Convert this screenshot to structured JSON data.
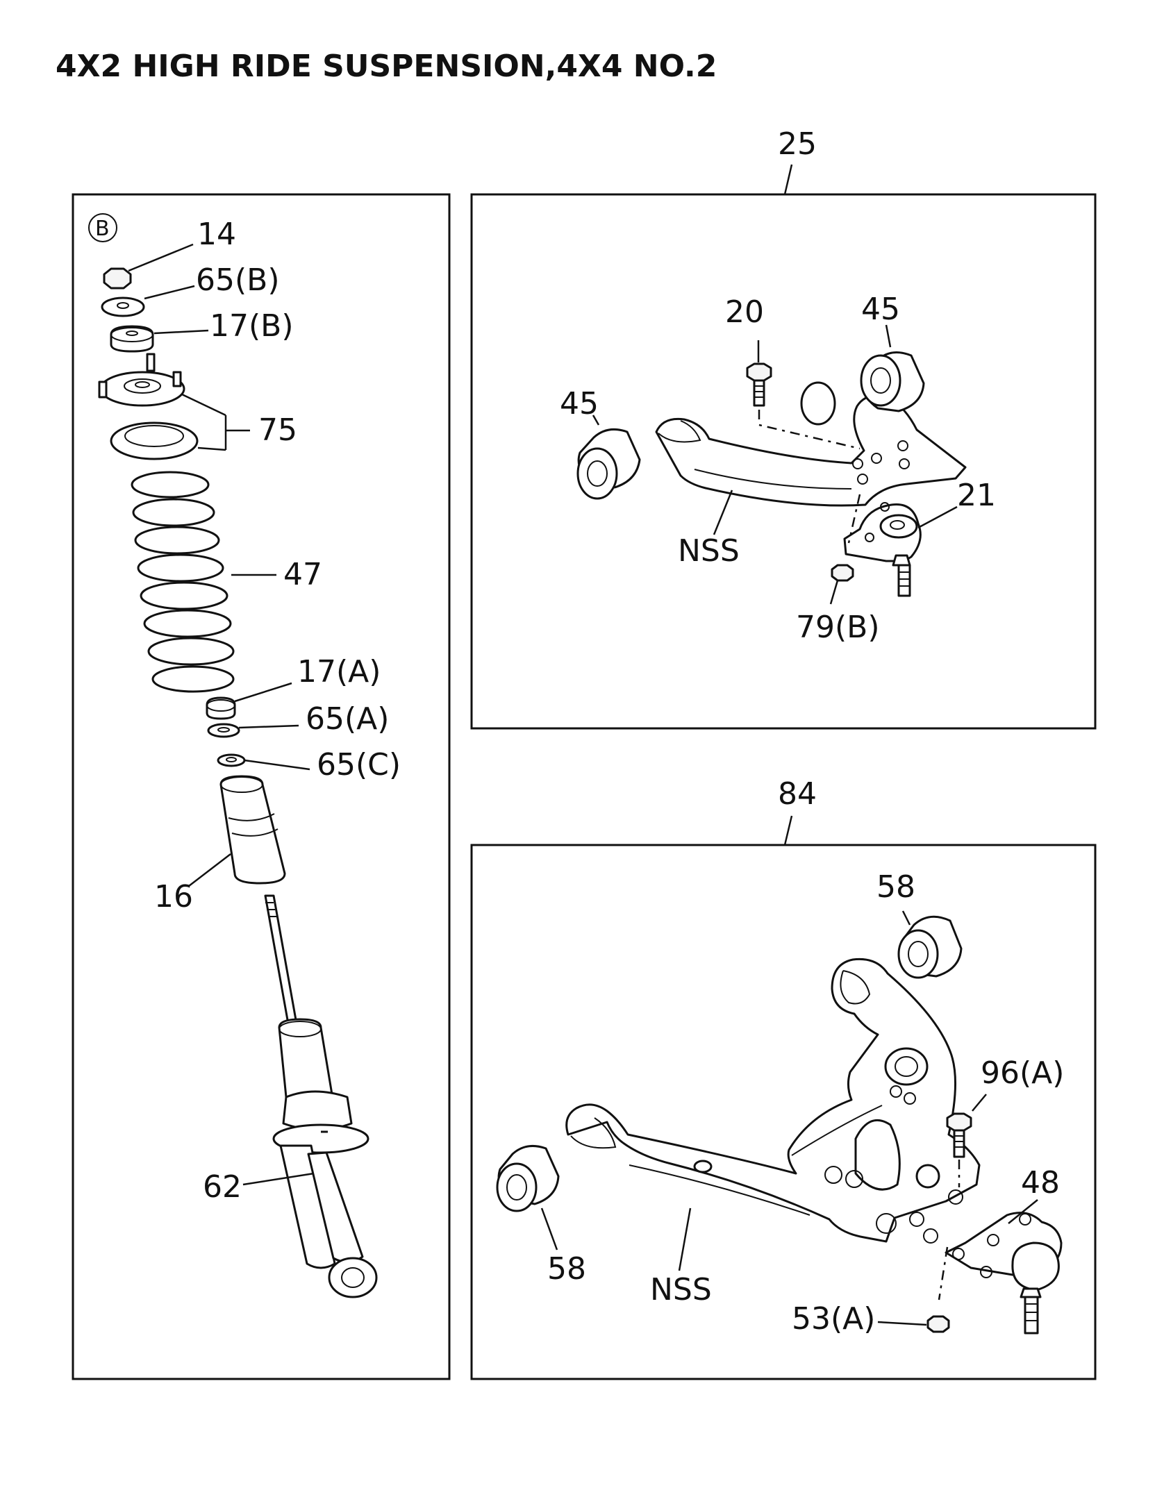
{
  "title": "4X2 HIGH RIDE SUSPENSION,4X4 NO.2",
  "panel_left": {
    "marker": "B",
    "labels": {
      "p14": "14",
      "p65b": "65(B)",
      "p17b": "17(B)",
      "p75": "75",
      "p47": "47",
      "p17a": "17(A)",
      "p65a": "65(A)",
      "p65c": "65(C)",
      "p16": "16",
      "p62": "62"
    }
  },
  "panel_upper_arm": {
    "group_label": "25",
    "labels": {
      "p20": "20",
      "p45_right": "45",
      "p45_left": "45",
      "p21": "21",
      "nss": "NSS",
      "p79b": "79(B)"
    }
  },
  "panel_lower_arm": {
    "group_label": "84",
    "labels": {
      "p58_top": "58",
      "p96a": "96(A)",
      "p48": "48",
      "p58_left": "58",
      "nss": "NSS",
      "p53a": "53(A)"
    }
  }
}
